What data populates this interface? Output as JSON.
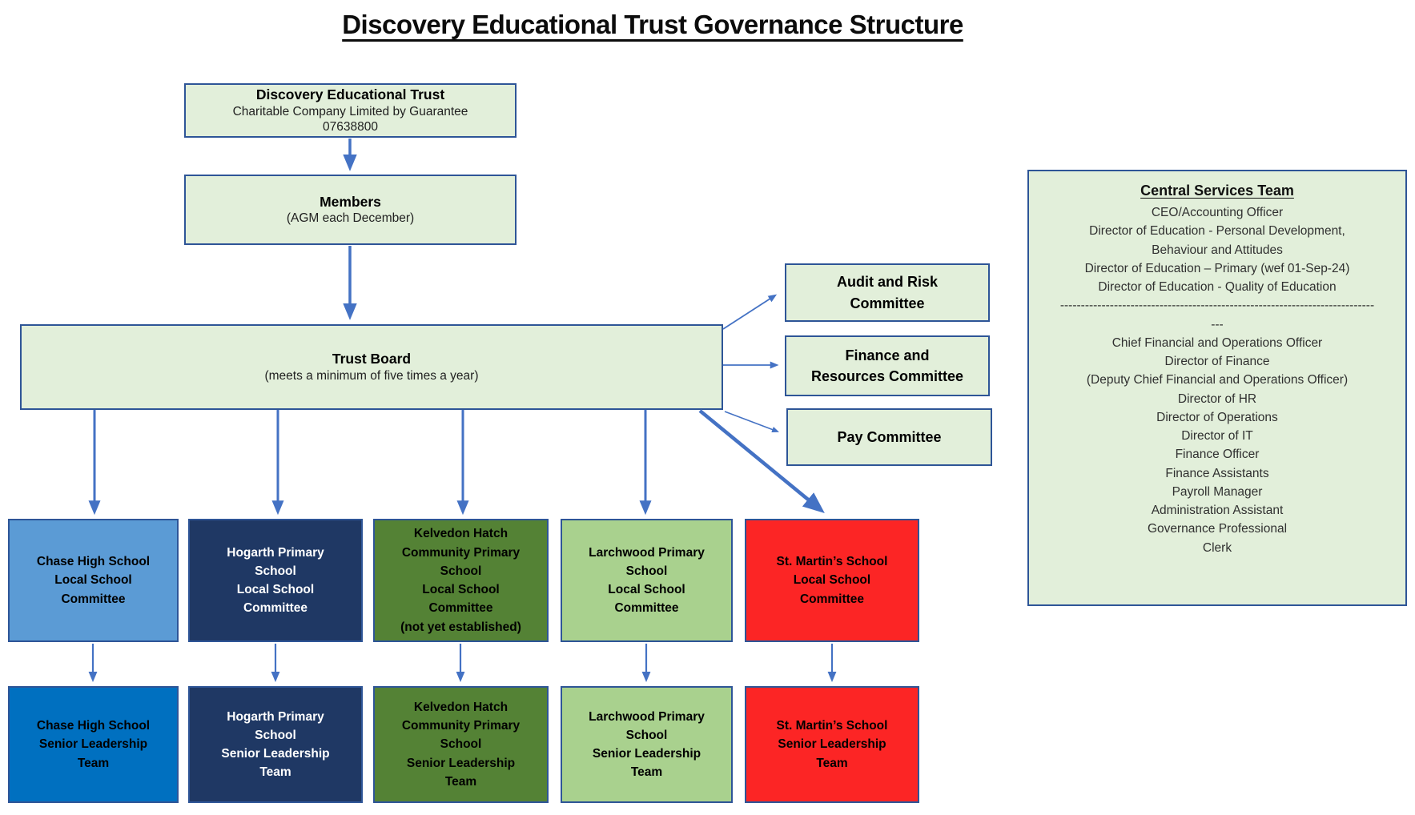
{
  "title": "Discovery Educational Trust Governance Structure",
  "colors": {
    "arrow": "#4472C4",
    "border": "#2E5597",
    "lightGreen": "#E2EFDA"
  },
  "nodes": {
    "trust_entity": {
      "title": "Discovery Educational Trust",
      "line2": "Charitable Company Limited by Guarantee",
      "line3": "07638800"
    },
    "members": {
      "title": "Members",
      "subtitle": "(AGM each December)"
    },
    "trust_board": {
      "title": "Trust Board",
      "subtitle": "(meets a minimum of five times a year)"
    },
    "committees": {
      "audit": [
        "Audit and Risk",
        "Committee"
      ],
      "finance": [
        "Finance and",
        "Resources Committee"
      ],
      "pay": [
        "Pay Committee"
      ]
    }
  },
  "central_services": {
    "title": "Central Services Team",
    "items": [
      "CEO/Accounting Officer",
      "Director of Education - Personal Development,",
      "Behaviour and Attitudes",
      "Director of Education – Primary (wef 01-Sep-24)",
      "Director of Education - Quality of Education",
      "----------------------------------------------------------------------------",
      "---",
      "Chief Financial and Operations Officer",
      "Director of Finance",
      "(Deputy Chief Financial and Operations Officer)",
      "Director of HR",
      "Director of Operations",
      "Director of IT",
      "Finance Officer",
      "Finance Assistants",
      "Payroll Manager",
      "Administration Assistant",
      "Governance Professional",
      "Clerk"
    ]
  },
  "schools": [
    {
      "name": "Chase High School",
      "lsc_lines": [
        "Chase High School",
        "Local School",
        "Committee"
      ],
      "slt_lines": [
        "Chase High School",
        "Senior Leadership",
        "Team"
      ],
      "lsc_fill": "#5B9BD5",
      "slt_fill": "#0070C0",
      "lsc_text": "#000000",
      "slt_text": "#000000"
    },
    {
      "name": "Hogarth Primary School",
      "lsc_lines": [
        "Hogarth Primary",
        "School",
        "Local School",
        "Committee"
      ],
      "slt_lines": [
        "Hogarth Primary",
        "School",
        "Senior Leadership",
        "Team"
      ],
      "lsc_fill": "#1F3864",
      "slt_fill": "#1F3864",
      "lsc_text": "#FFFFFF",
      "slt_text": "#FFFFFF"
    },
    {
      "name": "Kelvedon Hatch Community Primary School",
      "lsc_lines": [
        "Kelvedon Hatch",
        "Community Primary",
        "School",
        "Local School",
        "Committee",
        "(not yet established)"
      ],
      "slt_lines": [
        "Kelvedon Hatch",
        "Community Primary",
        "School",
        "Senior Leadership",
        "Team"
      ],
      "lsc_fill": "#548235",
      "slt_fill": "#548235",
      "lsc_text": "#000000",
      "slt_text": "#000000"
    },
    {
      "name": "Larchwood Primary School",
      "lsc_lines": [
        "Larchwood Primary",
        "School",
        "Local School",
        "Committee"
      ],
      "slt_lines": [
        "Larchwood Primary",
        "School",
        "Senior Leadership",
        "Team"
      ],
      "lsc_fill": "#A9D18E",
      "slt_fill": "#A9D18E",
      "lsc_text": "#000000",
      "slt_text": "#000000"
    },
    {
      "name": "St. Martin’s School",
      "lsc_lines": [
        "St. Martin’s School",
        "Local School",
        "Committee"
      ],
      "slt_lines": [
        "St. Martin’s School",
        "Senior Leadership",
        "Team"
      ],
      "lsc_fill": "#FC2525",
      "slt_fill": "#FC2525",
      "lsc_text": "#000000",
      "slt_text": "#000000"
    }
  ]
}
